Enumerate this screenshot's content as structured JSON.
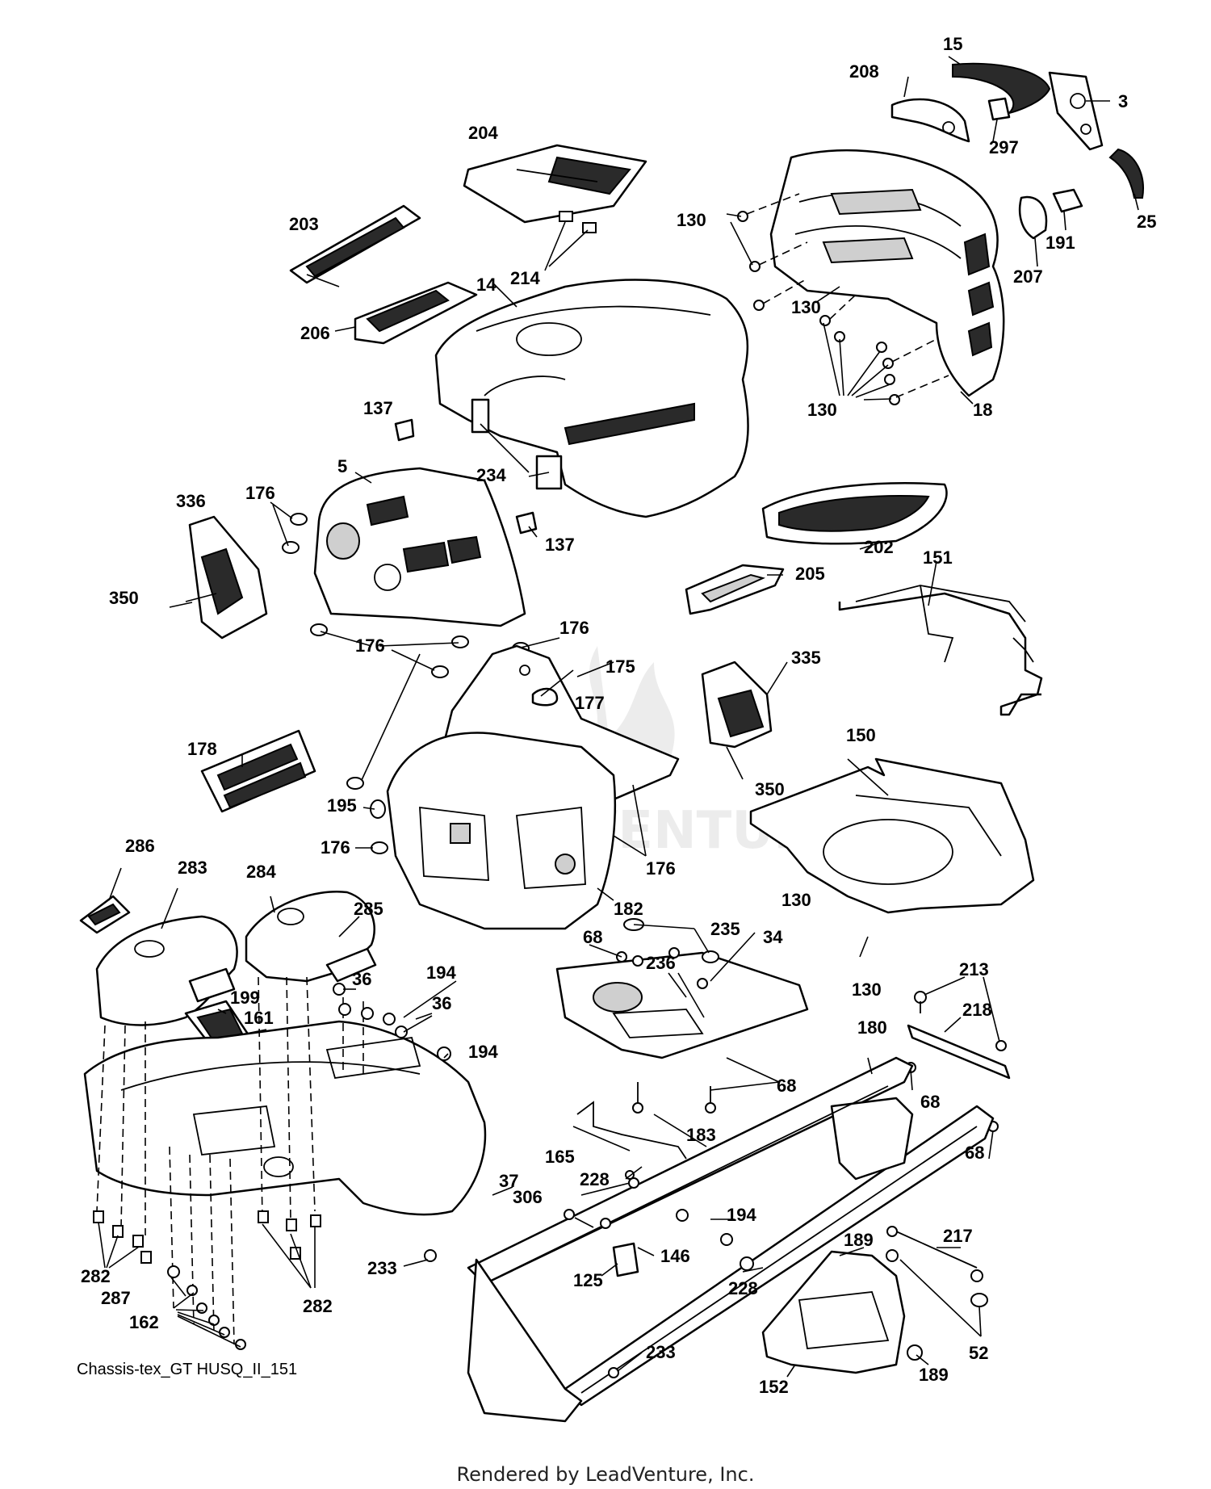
{
  "caption": "Chassis-tex_GT HUSQ_II_151",
  "footer": "Rendered by LeadVenture, Inc.",
  "watermark": "LEADVENTURE",
  "callouts": [
    {
      "id": "c-15",
      "text": "15"
    },
    {
      "id": "c-208",
      "text": "208"
    },
    {
      "id": "c-3",
      "text": "3"
    },
    {
      "id": "c-297",
      "text": "297"
    },
    {
      "id": "c-204",
      "text": "204"
    },
    {
      "id": "c-25",
      "text": "25"
    },
    {
      "id": "c-203",
      "text": "203"
    },
    {
      "id": "c-130a",
      "text": "130"
    },
    {
      "id": "c-191",
      "text": "191"
    },
    {
      "id": "c-214",
      "text": "214"
    },
    {
      "id": "c-207",
      "text": "207"
    },
    {
      "id": "c-14",
      "text": "14"
    },
    {
      "id": "c-130b",
      "text": "130"
    },
    {
      "id": "c-206",
      "text": "206"
    },
    {
      "id": "c-130c",
      "text": "130"
    },
    {
      "id": "c-18",
      "text": "18"
    },
    {
      "id": "c-137a",
      "text": "137"
    },
    {
      "id": "c-234",
      "text": "234"
    },
    {
      "id": "c-5",
      "text": "5"
    },
    {
      "id": "c-336",
      "text": "336"
    },
    {
      "id": "c-176a",
      "text": "176"
    },
    {
      "id": "c-137b",
      "text": "137"
    },
    {
      "id": "c-202",
      "text": "202"
    },
    {
      "id": "c-151",
      "text": "151"
    },
    {
      "id": "c-205",
      "text": "205"
    },
    {
      "id": "c-350a",
      "text": "350"
    },
    {
      "id": "c-176b",
      "text": "176"
    },
    {
      "id": "c-176c",
      "text": "176"
    },
    {
      "id": "c-175",
      "text": "175"
    },
    {
      "id": "c-335",
      "text": "335"
    },
    {
      "id": "c-177",
      "text": "177"
    },
    {
      "id": "c-150",
      "text": "150"
    },
    {
      "id": "c-178",
      "text": "178"
    },
    {
      "id": "c-350b",
      "text": "350"
    },
    {
      "id": "c-195",
      "text": "195"
    },
    {
      "id": "c-176d",
      "text": "176"
    },
    {
      "id": "c-176e",
      "text": "176"
    },
    {
      "id": "c-286",
      "text": "286"
    },
    {
      "id": "c-130d",
      "text": "130"
    },
    {
      "id": "c-283",
      "text": "283"
    },
    {
      "id": "c-284",
      "text": "284"
    },
    {
      "id": "c-182",
      "text": "182"
    },
    {
      "id": "c-235",
      "text": "235"
    },
    {
      "id": "c-68a",
      "text": "68"
    },
    {
      "id": "c-34",
      "text": "34"
    },
    {
      "id": "c-285",
      "text": "285"
    },
    {
      "id": "c-236",
      "text": "236"
    },
    {
      "id": "c-213",
      "text": "213"
    },
    {
      "id": "c-36a",
      "text": "36"
    },
    {
      "id": "c-194a",
      "text": "194"
    },
    {
      "id": "c-130e",
      "text": "130"
    },
    {
      "id": "c-199",
      "text": "199"
    },
    {
      "id": "c-36b",
      "text": "36"
    },
    {
      "id": "c-218",
      "text": "218"
    },
    {
      "id": "c-161",
      "text": "161"
    },
    {
      "id": "c-180",
      "text": "180"
    },
    {
      "id": "c-194b",
      "text": "194"
    },
    {
      "id": "c-68b",
      "text": "68"
    },
    {
      "id": "c-68c",
      "text": "68"
    },
    {
      "id": "c-183",
      "text": "183"
    },
    {
      "id": "c-165",
      "text": "165"
    },
    {
      "id": "c-68d",
      "text": "68"
    },
    {
      "id": "c-37",
      "text": "37"
    },
    {
      "id": "c-228a",
      "text": "228"
    },
    {
      "id": "c-306",
      "text": "306"
    },
    {
      "id": "c-194c",
      "text": "194"
    },
    {
      "id": "c-217",
      "text": "217"
    },
    {
      "id": "c-189a",
      "text": "189"
    },
    {
      "id": "c-282a",
      "text": "282"
    },
    {
      "id": "c-146",
      "text": "146"
    },
    {
      "id": "c-233a",
      "text": "233"
    },
    {
      "id": "c-125",
      "text": "125"
    },
    {
      "id": "c-228b",
      "text": "228"
    },
    {
      "id": "c-287",
      "text": "287"
    },
    {
      "id": "c-282b",
      "text": "282"
    },
    {
      "id": "c-162",
      "text": "162"
    },
    {
      "id": "c-52",
      "text": "52"
    },
    {
      "id": "c-233b",
      "text": "233"
    },
    {
      "id": "c-189b",
      "text": "189"
    },
    {
      "id": "c-152",
      "text": "152"
    }
  ]
}
